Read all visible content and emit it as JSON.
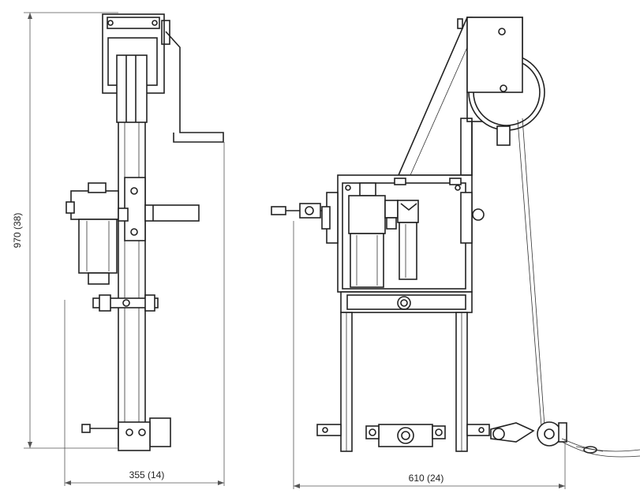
{
  "dimensions": {
    "height_label": "970 (38)",
    "side_width_label": "355 (14)",
    "front_width_label": "610 (24)"
  }
}
